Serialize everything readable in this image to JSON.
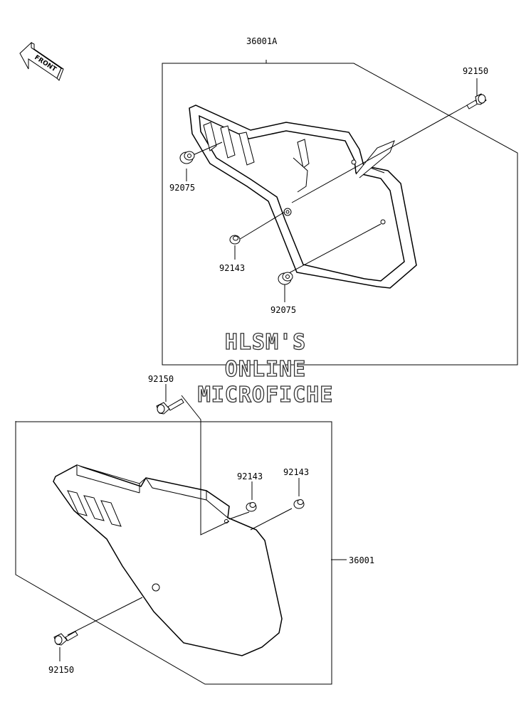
{
  "orientation": {
    "front_label": "FRONT",
    "arrow_icon": "front-direction-arrow-icon"
  },
  "assembly_a": {
    "part_number": "36001A",
    "fasteners": {
      "bolt": "92150",
      "grommet_upper": "92075",
      "collar": "92143",
      "grommet_lower": "92075"
    }
  },
  "assembly_b": {
    "part_number": "36001",
    "fasteners": {
      "bolt_top": "92150",
      "collar_left": "92143",
      "collar_right": "92143",
      "bolt_bottom": "92150"
    }
  },
  "watermark": {
    "line1": "HLSM'S",
    "line2": "ONLINE",
    "line3": "MICROFICHE"
  }
}
